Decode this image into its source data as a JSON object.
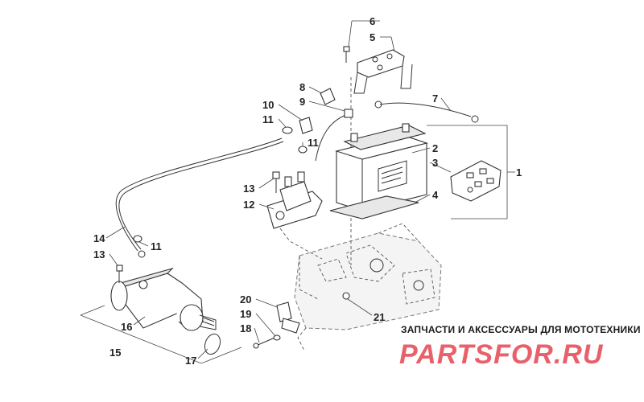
{
  "diagram": {
    "callouts": [
      {
        "id": "c1",
        "label": "1"
      },
      {
        "id": "c2",
        "label": "2"
      },
      {
        "id": "c3",
        "label": "3"
      },
      {
        "id": "c4",
        "label": "4"
      },
      {
        "id": "c5",
        "label": "5"
      },
      {
        "id": "c6",
        "label": "6"
      },
      {
        "id": "c7",
        "label": "7"
      },
      {
        "id": "c8",
        "label": "8"
      },
      {
        "id": "c9",
        "label": "9"
      },
      {
        "id": "c10",
        "label": "10"
      },
      {
        "id": "c11a",
        "label": "11"
      },
      {
        "id": "c11b",
        "label": "11"
      },
      {
        "id": "c11c",
        "label": "11"
      },
      {
        "id": "c12",
        "label": "12"
      },
      {
        "id": "c13a",
        "label": "13"
      },
      {
        "id": "c13b",
        "label": "13"
      },
      {
        "id": "c14",
        "label": "14"
      },
      {
        "id": "c15",
        "label": "15"
      },
      {
        "id": "c16",
        "label": "16"
      },
      {
        "id": "c17",
        "label": "17"
      },
      {
        "id": "c18",
        "label": "18"
      },
      {
        "id": "c19",
        "label": "19"
      },
      {
        "id": "c20",
        "label": "20"
      },
      {
        "id": "c21",
        "label": "21"
      }
    ]
  },
  "watermark": {
    "subtitle": "ЗАПЧАСТИ И АКСЕССУАРЫ ДЛЯ МОТОТЕХНИКИ",
    "logo_text": "PARTSFOR.RU",
    "logo_color": "#e8606a"
  }
}
